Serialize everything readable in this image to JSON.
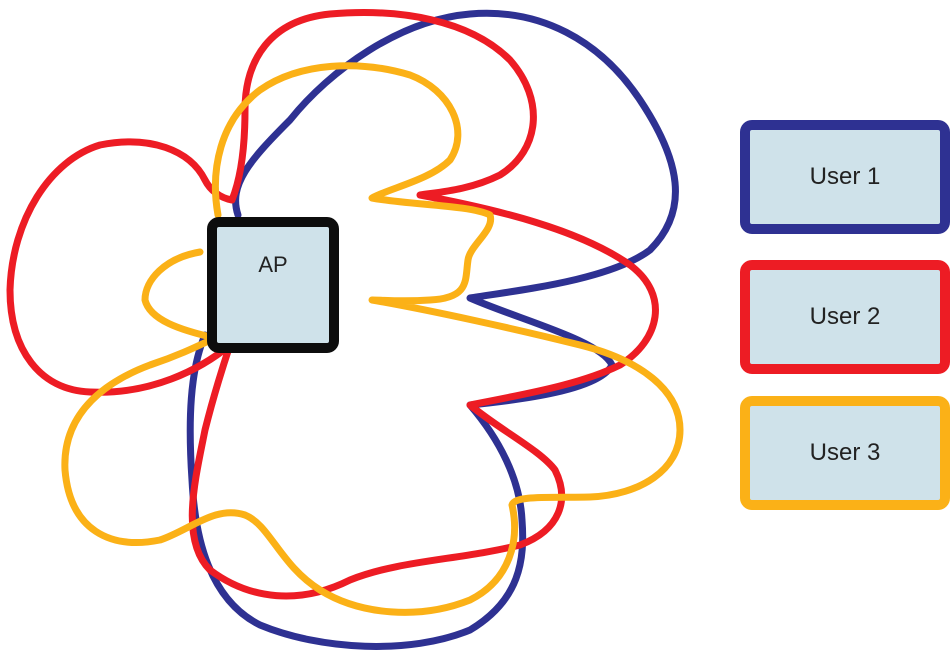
{
  "access_point": {
    "label": "AP",
    "border_color": "#0d0d0d"
  },
  "users": [
    {
      "label": "User 1",
      "color": "#2e3192"
    },
    {
      "label": "User 2",
      "color": "#ed1c24"
    },
    {
      "label": "User 3",
      "color": "#fbb117"
    }
  ],
  "box_fill": "#cfe2ea"
}
